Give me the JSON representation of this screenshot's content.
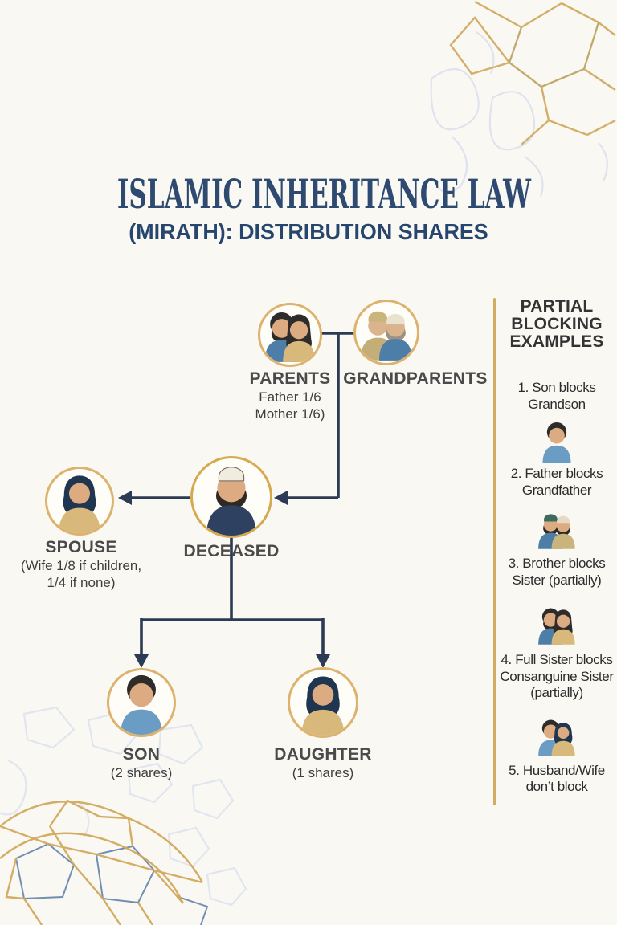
{
  "title": {
    "line1": "Islamic Inheritance Law",
    "line2": "(MIRATH): DISTRIBUTION SHARES"
  },
  "tree": {
    "nodes": [
      {
        "id": "parents",
        "label": "PARENTS",
        "sub": [
          "Father 1/6",
          "Mother 1/6)"
        ],
        "icon": "parents-couple-icon"
      },
      {
        "id": "grandparents",
        "label": "GRANDPARENTS",
        "sub": [],
        "icon": "grandparents-couple-icon"
      },
      {
        "id": "spouse",
        "label": "SPOUSE",
        "sub": [
          "(Wife 1/8 if children,",
          "1/4 if none)"
        ],
        "icon": "hijab-woman-icon"
      },
      {
        "id": "deceased",
        "label": "DECEASED",
        "sub": [],
        "icon": "deceased-bearded-man-icon"
      },
      {
        "id": "son",
        "label": "SON",
        "sub": [
          "(2 shares)"
        ],
        "icon": "young-man-icon"
      },
      {
        "id": "daughter",
        "label": "DAUGHTER",
        "sub": [
          "(1 shares)"
        ],
        "icon": "hijab-woman-icon"
      }
    ]
  },
  "sidebar": {
    "heading": "PARTIAL BLOCKING EXAMPLES",
    "items": [
      {
        "lines": [
          "1. Son blocks",
          "Grandson"
        ],
        "icon_after": "young-man-icon"
      },
      {
        "lines": [
          "2. Father blocks",
          "Grandfather"
        ],
        "icon_after": "two-elder-men-icon"
      },
      {
        "lines": [
          "3. Brother blocks",
          "Sister (partially)"
        ],
        "icon_after": "brother-sister-icon"
      },
      {
        "lines": [
          "4. Full Sister blocks",
          "Consanguine Sister",
          "(partially)"
        ],
        "icon_after": "husband-wife-icon"
      },
      {
        "lines": [
          "5. Husband/Wife",
          "don’t block"
        ],
        "icon_after": null
      }
    ]
  },
  "colors": {
    "background": "#faf8f3",
    "title_navy": "#2e4a71",
    "connector_navy": "#2b3a55",
    "accent_gold": "#d4ab62",
    "circle_border_gold": "#ddb26e",
    "label_gray": "#4a4a4a"
  }
}
